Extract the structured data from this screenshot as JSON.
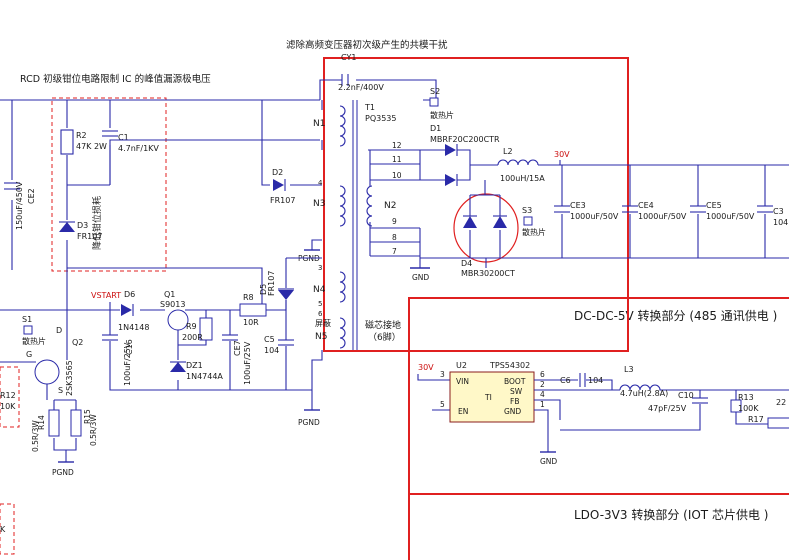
{
  "titles": {
    "common_mode": "滤除高频变压器初次级产生的共模干扰",
    "rcd": "RCD 初级钳位电路限制  IC 的峰值漏源极电压",
    "dcdc": "DC-DC-5V  转换部分 (485 通讯供电 )",
    "ldo": "LDO-3V3  转换部分 (IOT 芯片供电 )",
    "clamp_note": "降低钳位损耗",
    "core_ground": "磁芯接地",
    "core_pin": "（6脚）"
  },
  "parts": {
    "cy1": "CY1",
    "cy1_val": "2.2nF/400V",
    "t1": "T1",
    "t1_val": "PQ3535",
    "s2": "S2",
    "s2_lbl": "散热片",
    "d1": "D1",
    "d1_val": "MBRF20C200CTR",
    "r2": "R2",
    "r2_val": "47K 2W",
    "c1": "C1",
    "c1_val": "4.7nF/1KV",
    "d3": "D3",
    "d3_val": "FR107",
    "d2": "D2",
    "d2_val": "FR107",
    "ce2": "CE2",
    "ce2_val": "150uF/450V",
    "l2": "L2",
    "l2_val": "100uH/15A",
    "v30": "30V",
    "ce3": "CE3",
    "ce3_val": "1000uF/50V",
    "ce4": "CE4",
    "ce4_val": "1000uF/50V",
    "ce5": "CE5",
    "ce5_val": "1000uF/50V",
    "c3": "C3",
    "c3_val": "104",
    "s3": "S3",
    "s3_lbl": "散热片",
    "d4": "D4",
    "d4_val": "MBR30200CT",
    "n1": "N1",
    "n2": "N2",
    "n3": "N3",
    "n4": "N4",
    "n5": "N5",
    "shield": "屏蔽",
    "pgnd": "PGND",
    "gnd": "GND",
    "vstart": "VSTART",
    "d6": "D6",
    "d6_val": "1N4148",
    "q1": "Q1",
    "q1_val": "S9013",
    "r9": "R9",
    "r9_val": "200R",
    "r8": "R8",
    "r8_val": "10R",
    "d5": "D5",
    "d5_val": "FR107",
    "c5": "C5",
    "c5_val": "104",
    "c6v": "C16",
    "c6v_val": "100uF/25V",
    "c7": "CE7",
    "c7_val": "100uF/25V",
    "dz1": "DZ1",
    "dz1_val": "1N4744A",
    "s1": "S1",
    "s1_lbl": "散热片",
    "q2": "Q2",
    "q2_val": "2SK3565",
    "d_pin": "D",
    "g_pin": "G",
    "s_pin": "S",
    "r12": "R12",
    "r12_val": "10K",
    "r14": "R14",
    "r14_val": "0.5R/3W",
    "r15": "R15",
    "r15_val": "0.5R/3W",
    "k_lbl": "K",
    "v30b": "30V",
    "u2": "U2",
    "u2_val": "TPS54302",
    "vin": "VIN",
    "boot": "BOOT",
    "sw": "SW",
    "fb": "FB",
    "en": "EN",
    "gndp": "GND",
    "ti": "TI",
    "c6": "C6",
    "c6_val": "104",
    "l3": "L3",
    "l3_val": "4.7uH(2.8A)",
    "c10": "C10",
    "c10_val": "47pF/25V",
    "r13": "R13",
    "r13_val": "100K",
    "r17": "R17",
    "r22": "22",
    "pin3": "3",
    "pin5": "5",
    "pin6": "6",
    "pin2": "2",
    "pin4": "4",
    "pin1": "1",
    "tp12": "12",
    "tp11": "11",
    "tp10": "10",
    "tp9": "9",
    "tp8": "8",
    "tp7": "7",
    "tp4": "4",
    "tp3": "3",
    "tp5": "5",
    "tp6": "6"
  }
}
